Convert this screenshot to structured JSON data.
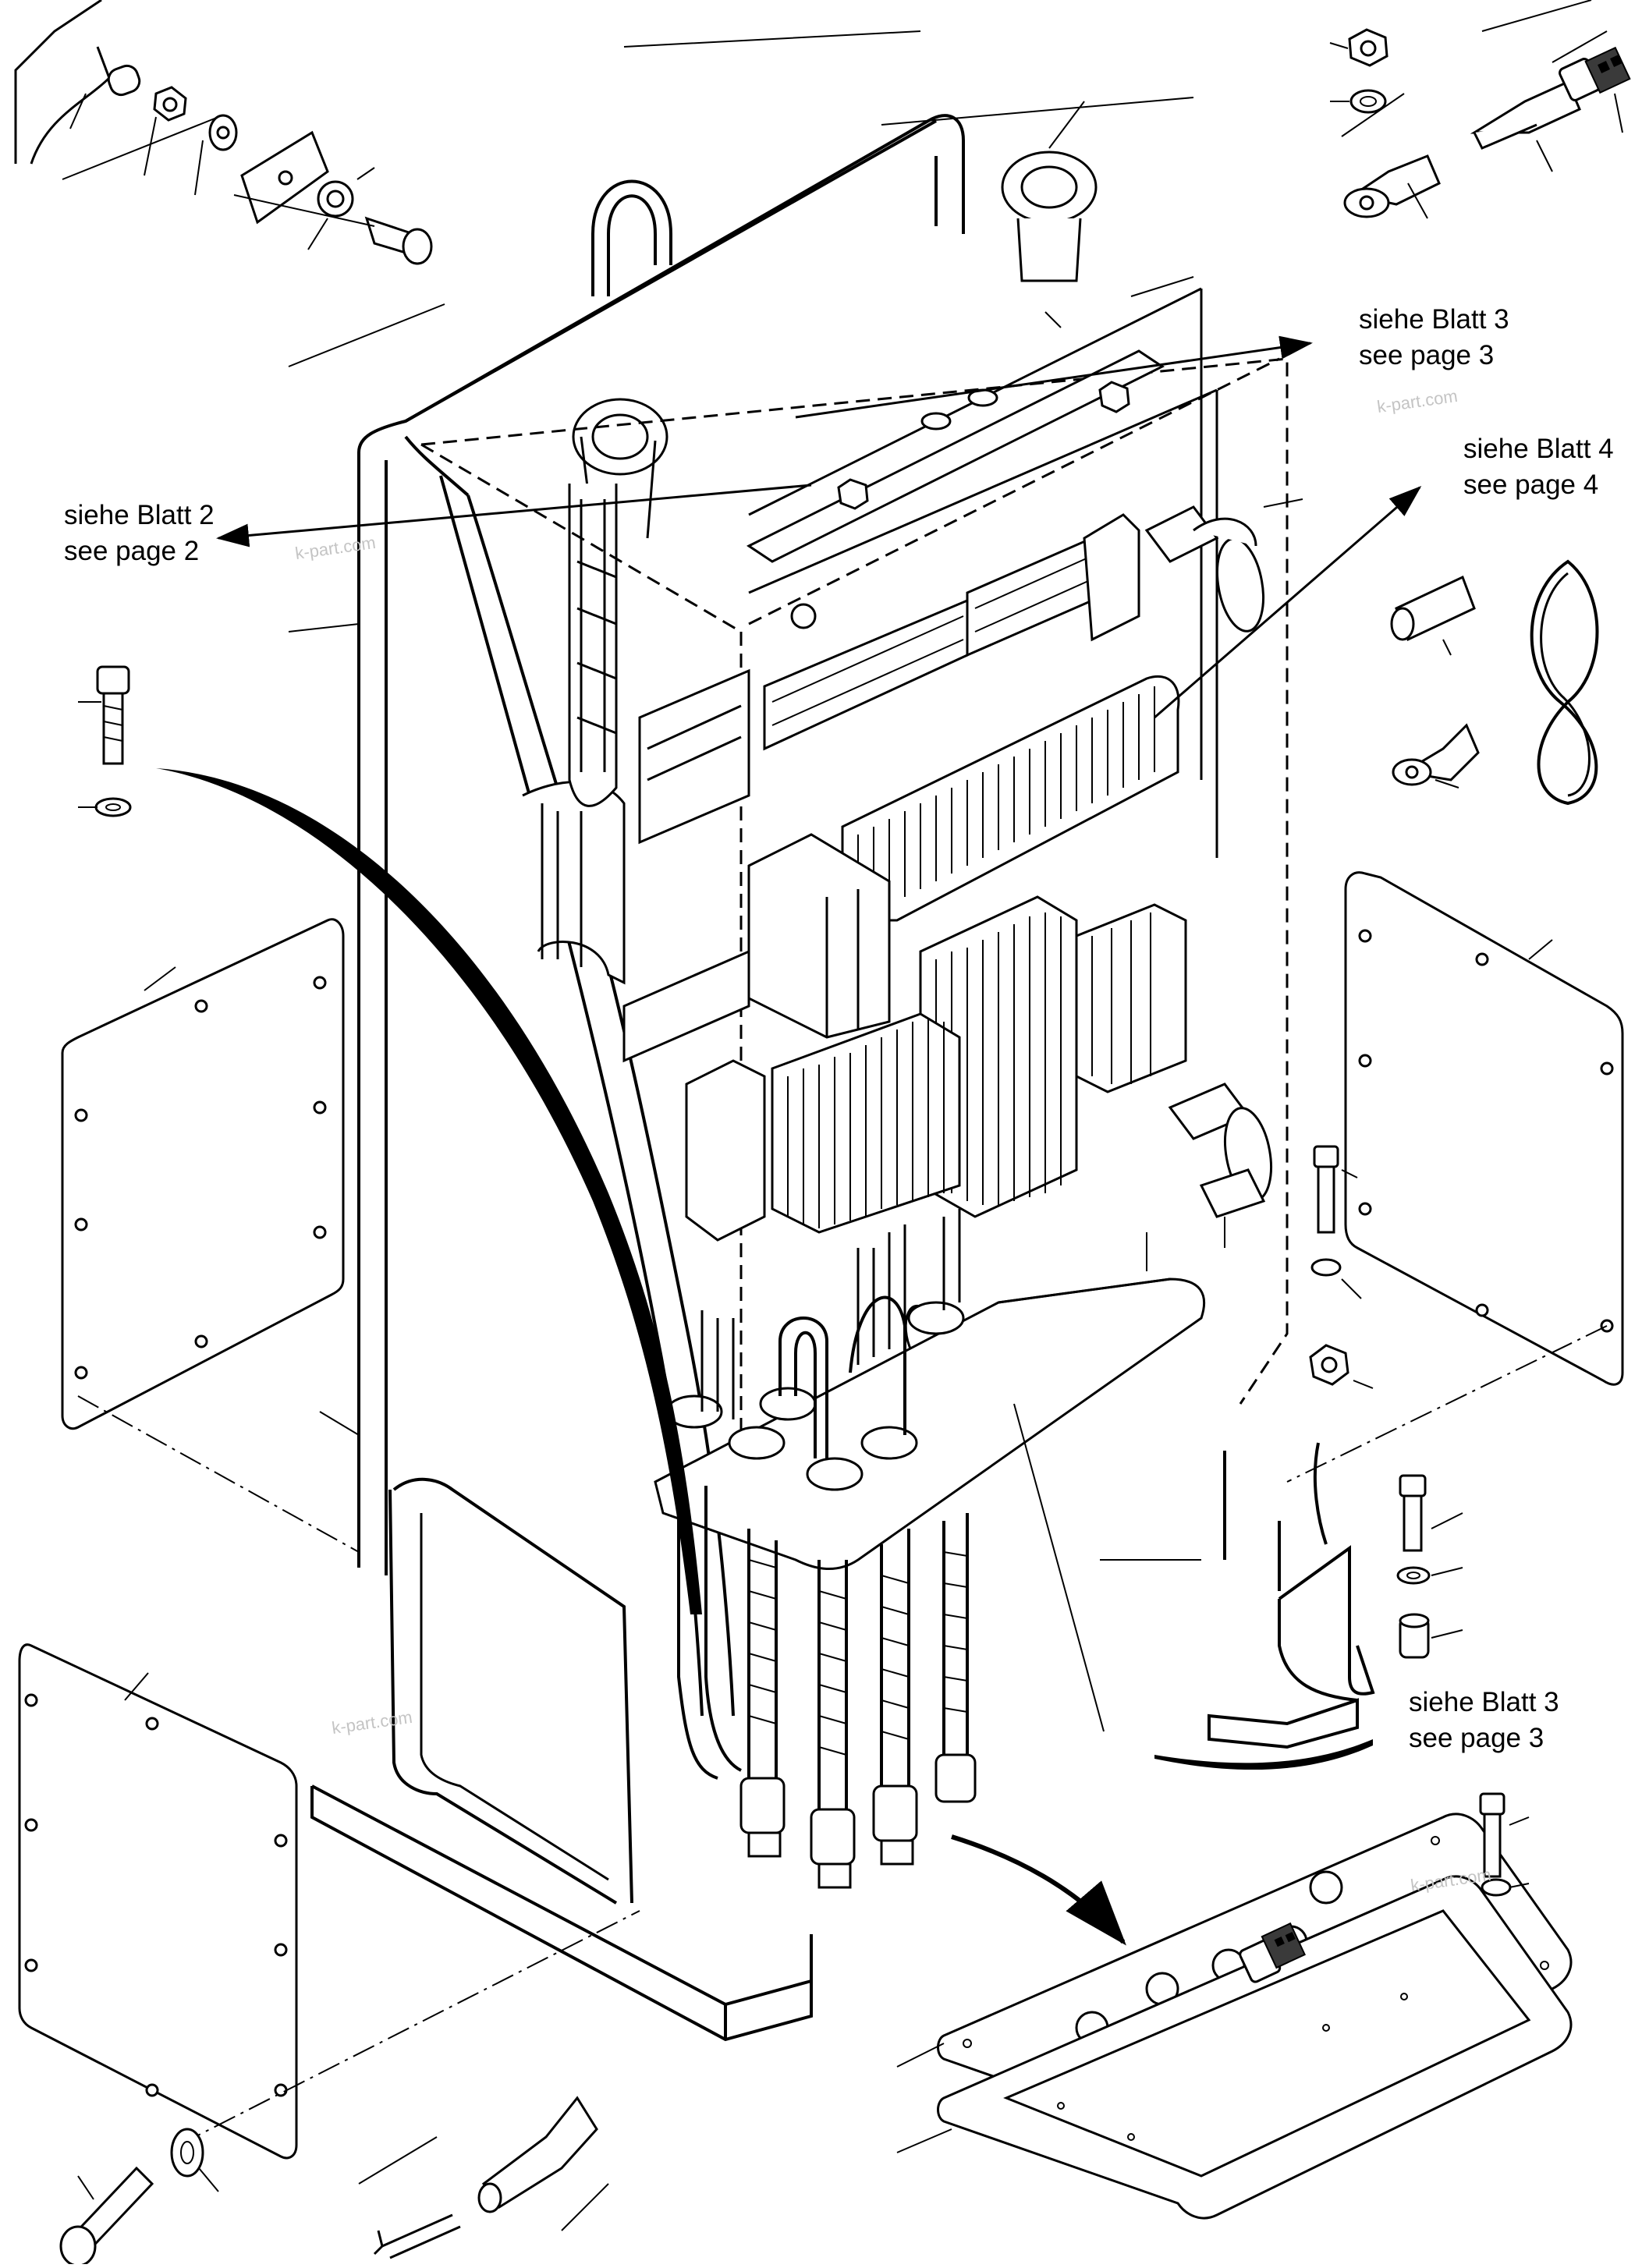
{
  "references": [
    {
      "id": "ref-page-2",
      "line1": "siehe Blatt 2",
      "line2": "see page 2"
    },
    {
      "id": "ref-page-3-top",
      "line1": "siehe Blatt 3",
      "line2": "see page 3"
    },
    {
      "id": "ref-page-4",
      "line1": "siehe Blatt 4",
      "line2": "see page 4"
    },
    {
      "id": "ref-page-3-bottom",
      "line1": "siehe Blatt 3",
      "line2": "see page 3"
    }
  ],
  "watermarks": [
    "k-part.com",
    "k-part.com",
    "k-part.com",
    "k-part.com"
  ],
  "colors": {
    "line": "#000000",
    "background": "#ffffff",
    "watermark": "#c4c4c4"
  }
}
